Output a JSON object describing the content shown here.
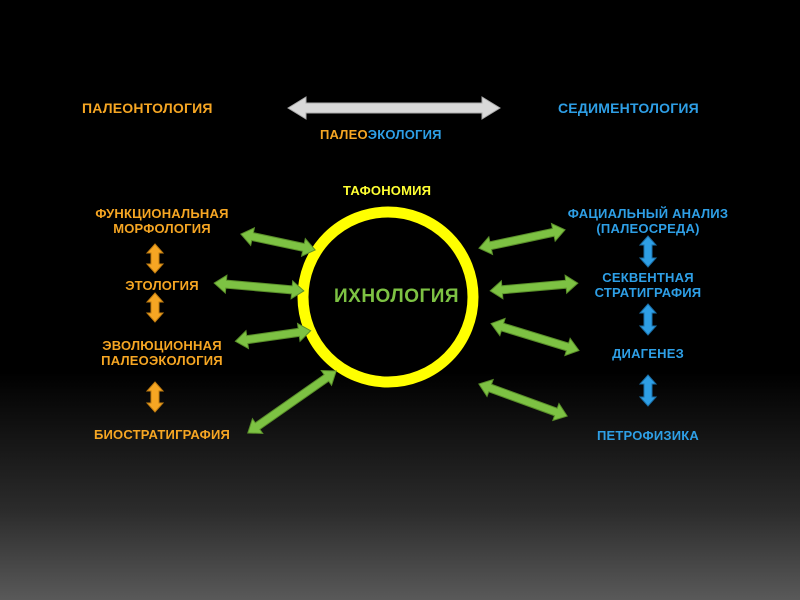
{
  "colors": {
    "orange": "#f6a623",
    "blue": "#2e9fe6",
    "yellow": "#ffff00",
    "green": "#7dc243",
    "gray_arrow": "#d9d9d9"
  },
  "top": {
    "left": "ПАЛЕОНТОЛОГИЯ",
    "right": "СЕДИМЕНТОЛОГИЯ",
    "bridge_prefix": "ПАЛЕО",
    "bridge_suffix": "ЭКОЛОГИЯ"
  },
  "center": {
    "label": "ИХНОЛОГИЯ",
    "top_label": "ТАФОНОМИЯ"
  },
  "left_items": [
    "ФУНКЦИОНАЛЬНАЯ\nМОРФОЛОГИЯ",
    "ЭТОЛОГИЯ",
    "ЭВОЛЮЦИОННАЯ\nПАЛЕОЭКОЛОГИЯ",
    "БИОСТРАТИГРАФИЯ"
  ],
  "right_items": [
    "ФАЦИАЛЬНЫЙ АНАЛИЗ\n(ПАЛЕОСРЕДА)",
    "СЕКВЕНТНАЯ\nСТРАТИГРАФИЯ",
    "ДИАГЕНЕЗ",
    "ПЕТРОФИЗИКА"
  ]
}
